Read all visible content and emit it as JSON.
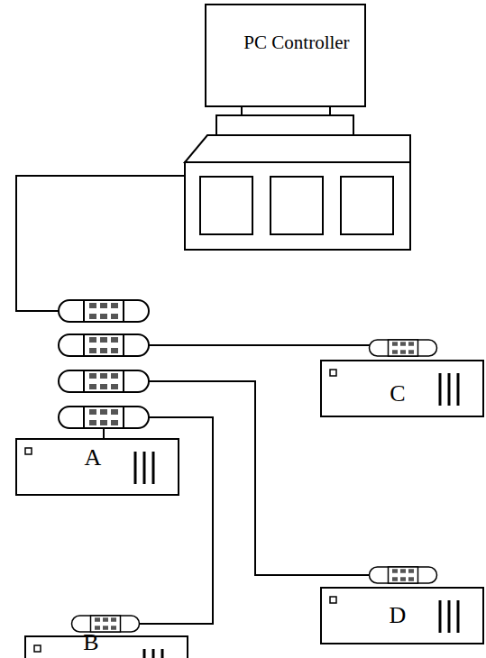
{
  "diagram": {
    "nodes": [
      {
        "text": [
          "PC Controller"
        ]
      },
      {
        "text": [
          "C"
        ]
      },
      {
        "text": [
          "A"
        ]
      },
      {
        "text": [
          "D"
        ]
      },
      {
        "text": [
          "B"
        ]
      }
    ],
    "edges": [
      {
        "from": 0,
        "to": 2,
        "arrow": "none"
      },
      {
        "from": 2,
        "to": 1,
        "arrow": "none"
      },
      {
        "from": 2,
        "to": 3,
        "arrow": "none"
      },
      {
        "from": 2,
        "to": 4,
        "arrow": "none"
      }
    ]
  }
}
